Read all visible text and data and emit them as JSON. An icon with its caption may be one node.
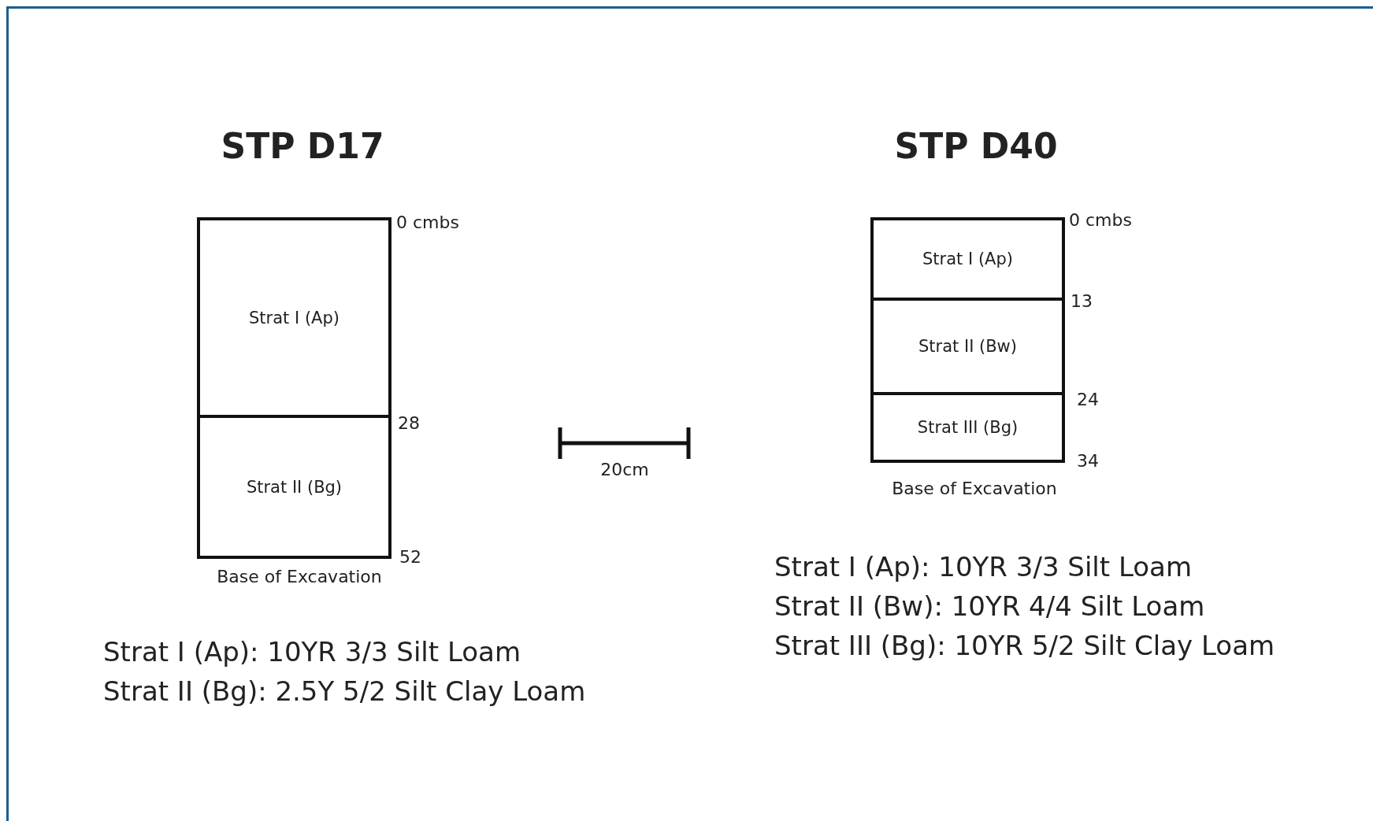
{
  "diagram": {
    "nodes": [
      {
        "text": [
          "Strat I (Ap)"
        ]
      },
      {
        "text": [
          "Strat II (Bg)"
        ]
      },
      {
        "text": [
          "Strat I (Ap)"
        ]
      },
      {
        "text": [
          "Strat II (Bw)"
        ]
      },
      {
        "text": [
          "Strat III (Bg)"
        ]
      }
    ],
    "labels": [
      "STP D17",
      "0 cmbs",
      "28",
      "52",
      "Base of Excavation",
      "Strat I (Ap): 10YR 3/3 Silt Loam",
      "Strat II (Bg): 2.5Y 5/2 Silt Clay Loam",
      "20cm",
      "STP D40",
      "0 cmbs",
      "13",
      "24",
      "34",
      "Base of Excavation",
      "Strat I (Ap): 10YR 3/3 Silt Loam",
      "Strat II (Bw): 10YR 4/4 Silt Loam",
      "Strat III (Bg): 10YR 5/2 Silt Clay Loam"
    ]
  }
}
